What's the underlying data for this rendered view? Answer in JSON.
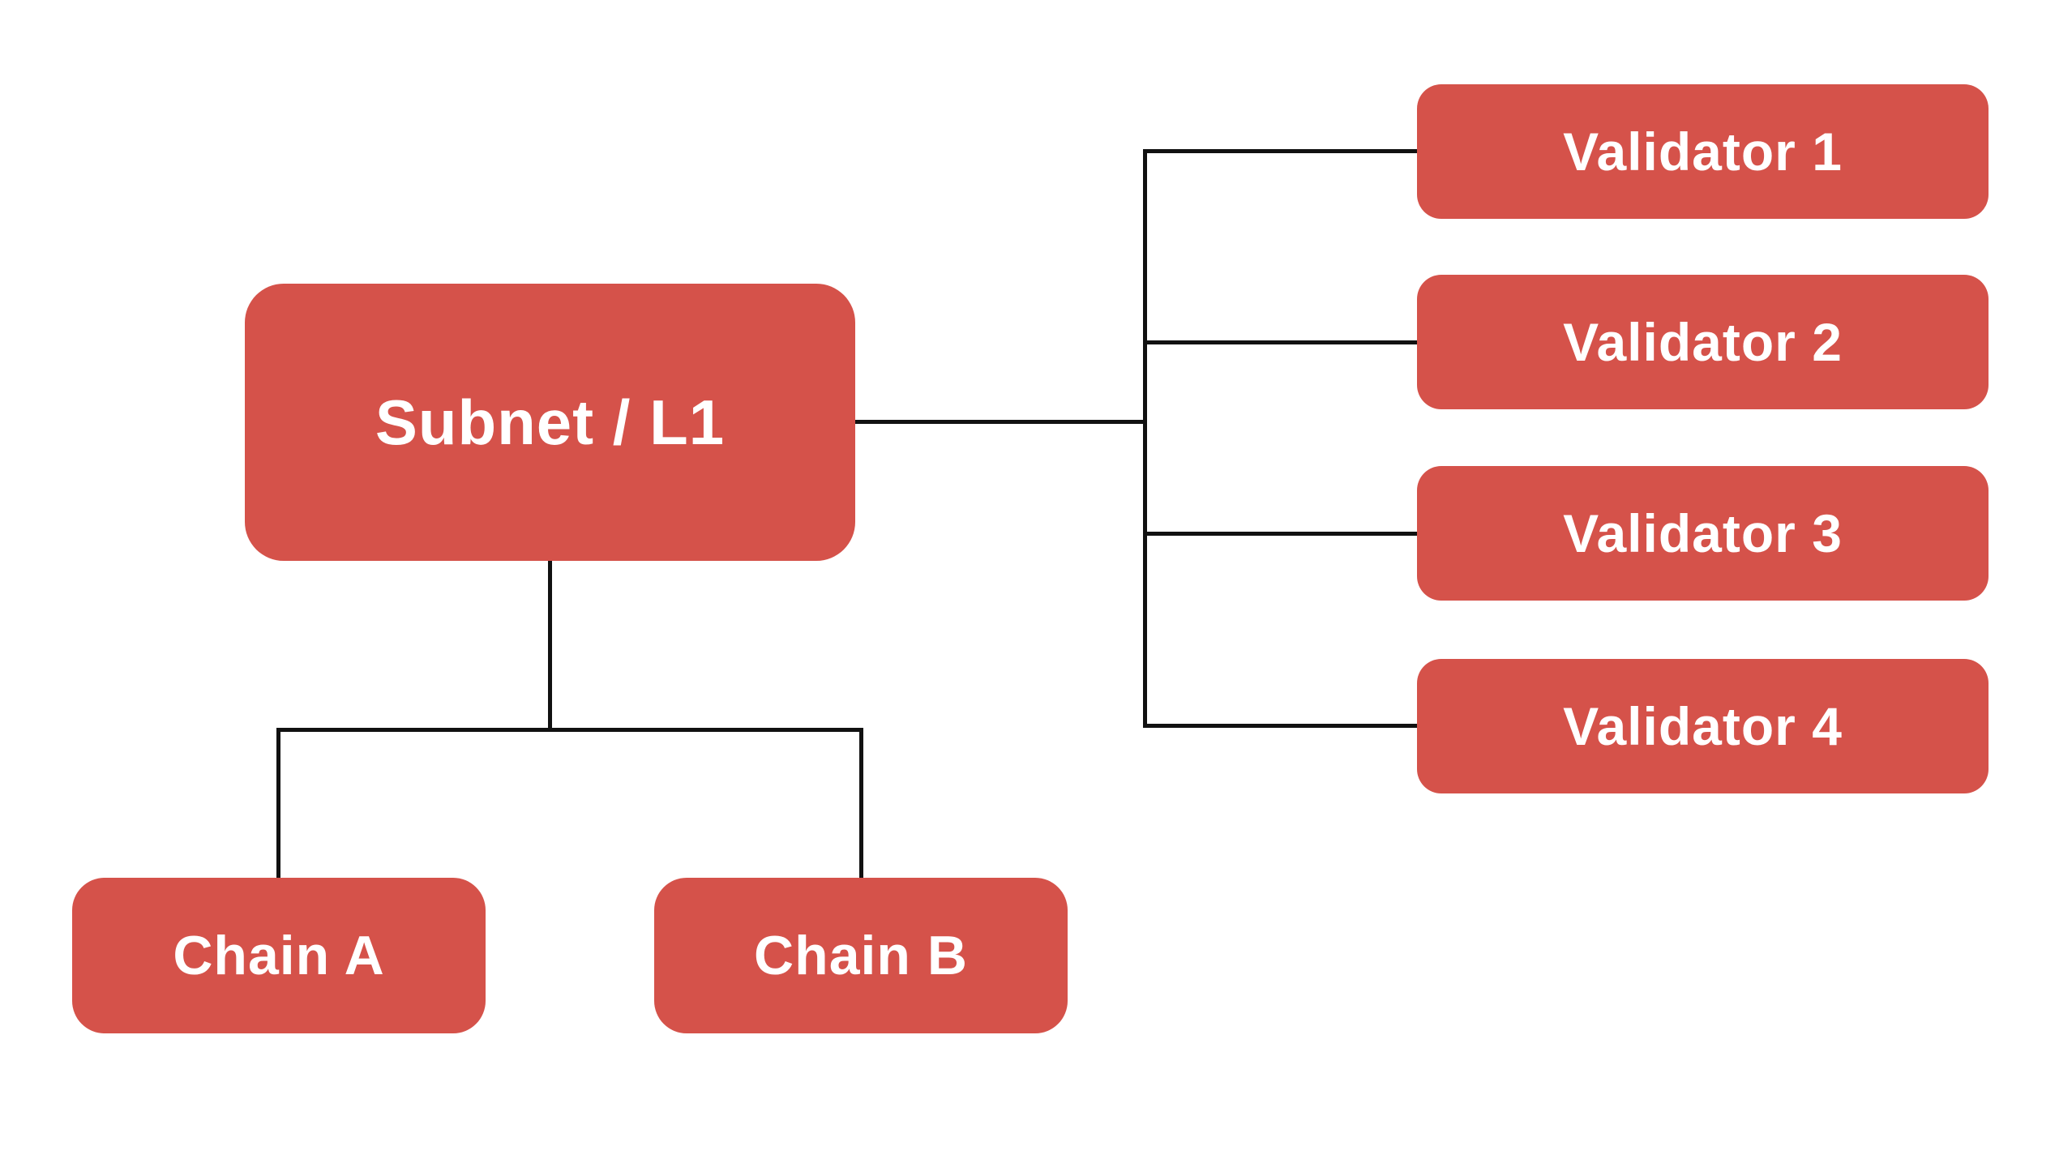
{
  "diagram": {
    "type": "org-chart",
    "background": "#ffffff",
    "colors": {
      "node_fill": "#d5524a",
      "node_text": "#ffffff",
      "connector": "#111111"
    },
    "nodes": {
      "subnet": {
        "label": "Subnet / L1"
      },
      "validators": [
        {
          "label": "Validator 1"
        },
        {
          "label": "Validator 2"
        },
        {
          "label": "Validator 3"
        },
        {
          "label": "Validator 4"
        }
      ],
      "chains": [
        {
          "label": "Chain A"
        },
        {
          "label": "Chain B"
        }
      ]
    },
    "edges": [
      {
        "from": "Subnet / L1",
        "to": "Validator 1"
      },
      {
        "from": "Subnet / L1",
        "to": "Validator 2"
      },
      {
        "from": "Subnet / L1",
        "to": "Validator 3"
      },
      {
        "from": "Subnet / L1",
        "to": "Validator 4"
      },
      {
        "from": "Subnet / L1",
        "to": "Chain A"
      },
      {
        "from": "Subnet / L1",
        "to": "Chain B"
      }
    ]
  }
}
